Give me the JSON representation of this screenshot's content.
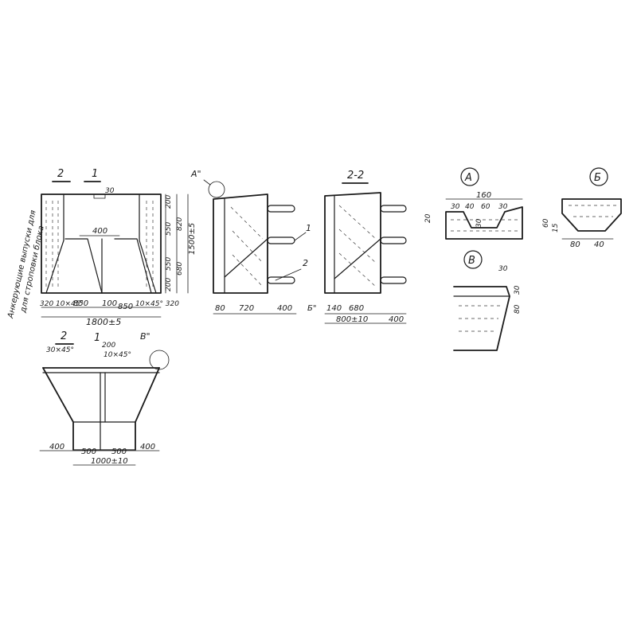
{
  "side_note": {
    "line1": "Анкерующие выпуски для",
    "line2": "для строповки блока"
  },
  "front_view": {
    "cut_2": "2",
    "cut_1": "1",
    "top_dim": "30",
    "mid_dim": "400",
    "right_dims": [
      "200",
      "550",
      "550",
      "200"
    ],
    "right_pairs": [
      "820",
      "680"
    ],
    "total_height": "1500±5",
    "bottom_left": "320 10×45°",
    "bottom_w1": "850",
    "bottom_mid": "100",
    "bottom_w2": "850",
    "bottom_right": "10×45° 320",
    "total_width": "1800±5"
  },
  "view_a": {
    "callout": "А\"",
    "label_1": "1",
    "label_2": "2",
    "callout_b": "Б\"",
    "dims": [
      "80",
      "720",
      "400"
    ]
  },
  "section_2_2": {
    "title": "2-2",
    "dims_top": [
      "140",
      "680"
    ],
    "total": "800±10",
    "overhang": "400"
  },
  "detail_a": {
    "badge": "А",
    "top": "160",
    "parts": [
      "30",
      "40",
      "60",
      "30"
    ],
    "depth": "30",
    "left": "20"
  },
  "detail_b": {
    "badge": "Б",
    "height": "60",
    "inner": "15",
    "bottom": [
      "80",
      "40"
    ]
  },
  "detail_v": {
    "badge": "В",
    "top": "30",
    "right1": "30",
    "right2": "80"
  },
  "plan_view": {
    "cut": "2",
    "chamfer": "30×45°",
    "cut_1": "1",
    "inner_dim": "200",
    "inner_sub": "10×45°",
    "callout": "В\"",
    "bottom_dims": [
      "400",
      "500",
      "500",
      "400"
    ],
    "total": "1000±10"
  }
}
